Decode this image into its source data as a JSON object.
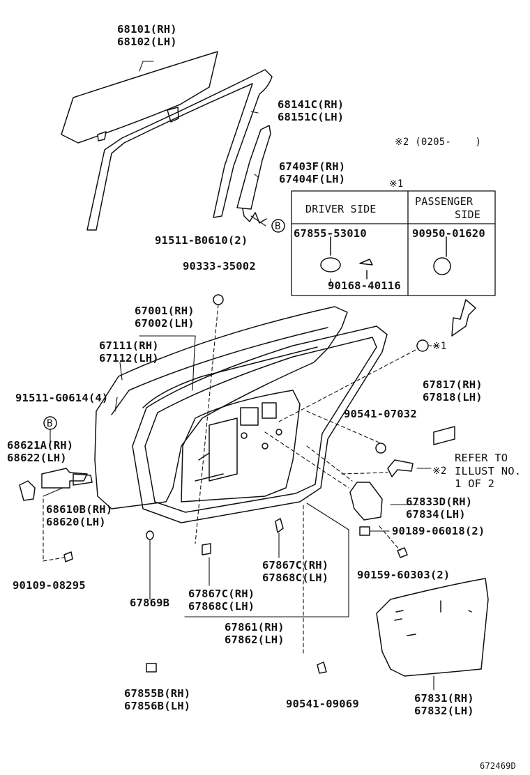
{
  "labels": {
    "glass_rh": "68101(RH)",
    "glass_lh": "68102(LH)",
    "run_rh": "68141C(RH)",
    "run_lh": "68151C(LH)",
    "frame_rh": "67403F(RH)",
    "frame_lh": "67404F(LH)",
    "screw_b": "91511-B0610(2)",
    "plug_35002": "90333-35002",
    "panel_rh": "67001(RH)",
    "panel_lh": "67002(LH)",
    "seal_rh": "67111(RH)",
    "seal_lh": "67112(LH)",
    "screw_g": "91511-G0614(4)",
    "check_rh": "68621A(RH)",
    "check_lh": "68622(LH)",
    "hinge_rh": "68610B(RH)",
    "hinge_lh": "68620(LH)",
    "bolt_08295": "90109-08295",
    "grom_67869": "67869B",
    "clip_c2_rh": "67867C(RH)",
    "clip_c2_lh": "67868C(LH)",
    "weather_rh": "67861(RH)",
    "weather_lh": "67862(LH)",
    "pad_rh": "67855B(RH)",
    "pad_lh": "67856B(LH)",
    "plug_09069": "90541-09069",
    "clip_c1_rh": "67867C(RH)",
    "clip_c1_lh": "67868C(LH)",
    "plug_07032": "90541-07032",
    "cover_rh": "67817(RH)",
    "cover_lh": "67818(LH)",
    "refer_1": "REFER TO",
    "refer_2": "ILLUST NO.",
    "refer_3": "1 OF 2",
    "refer_mark": "※2",
    "arm_rh": "67833D(RH)",
    "arm_lh": "67834(LH)",
    "clip_06018": "90189-06018(2)",
    "clip_60303": "90159-60303(2)",
    "film_rh": "67831(RH)",
    "film_lh": "67832(LH)",
    "note_2": "※2 (0205-    )",
    "note_1": "※1",
    "ref_1": "※1",
    "circle_b": "B",
    "diagram_id": "672469D"
  },
  "box": {
    "driver_header": "DRIVER SIDE",
    "passenger_header_1": "PASSENGER",
    "passenger_header_2": "SIDE",
    "driver_part": "67855-53010",
    "driver_screw": "90168-40116",
    "passenger_part": "90950-01620"
  }
}
